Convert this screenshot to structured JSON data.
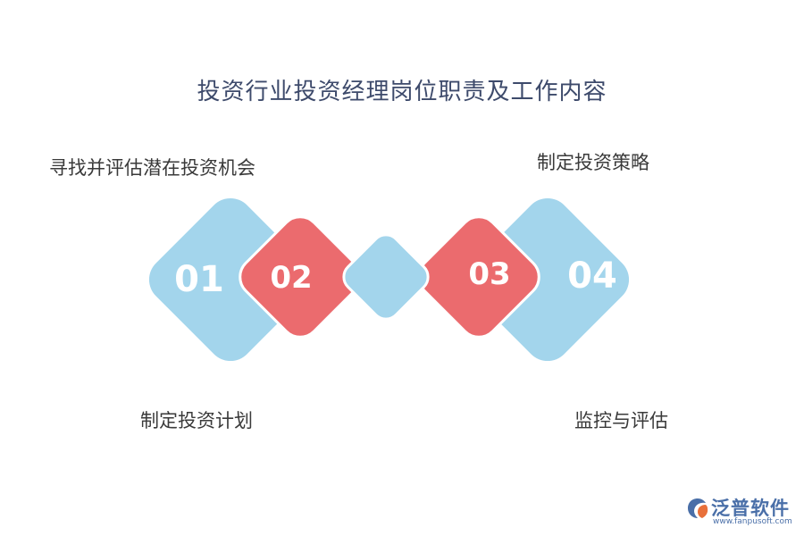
{
  "title": "投资行业投资经理岗位职责及工作内容",
  "steps": [
    {
      "number": "01",
      "label": "寻找并评估潜在投资机会"
    },
    {
      "number": "02",
      "label": "制定投资计划"
    },
    {
      "number": "03",
      "label": "制定投资策略"
    },
    {
      "number": "04",
      "label": "监控与评估"
    }
  ],
  "colors": {
    "light_blue": "#a3d5ec",
    "coral_red": "#eb6b6e",
    "title": "#3d4a6b",
    "label": "#3a3a3a",
    "logo": "#4a6fa8"
  },
  "logo": {
    "name": "泛普软件",
    "url": "www.fanpusoft.com"
  }
}
